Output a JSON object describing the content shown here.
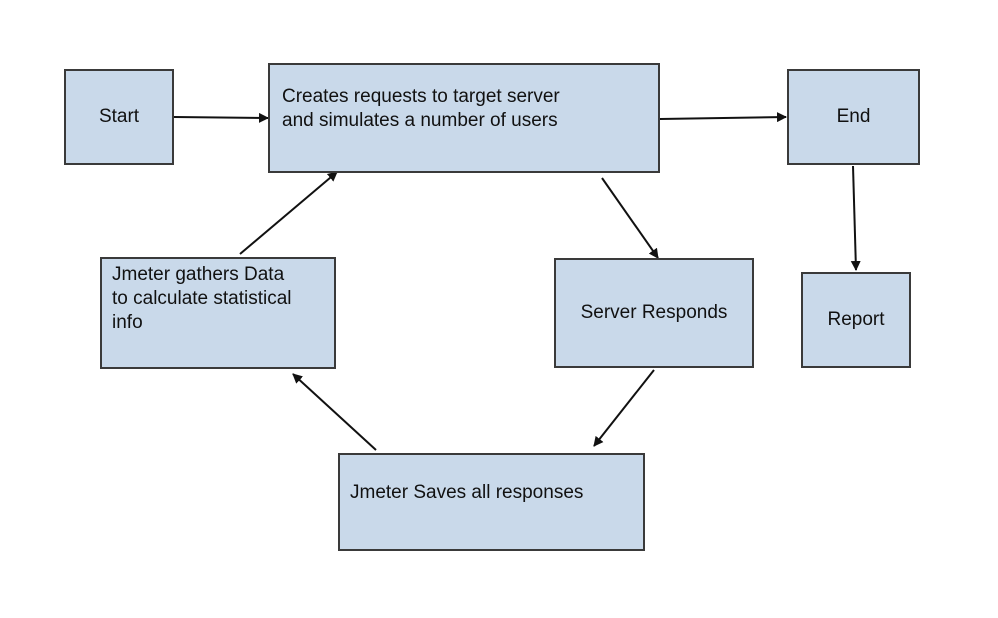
{
  "diagram": {
    "nodes": {
      "start": "Start",
      "creates": "Creates requests to target server\nand simulates a  number of users",
      "end": "End",
      "gathers": "Jmeter gathers Data\nto calculate statistical\ninfo",
      "server": "Server Responds",
      "report": "Report",
      "saves": "Jmeter Saves all responses"
    },
    "edges": [
      {
        "from": "start",
        "to": "creates"
      },
      {
        "from": "creates",
        "to": "end"
      },
      {
        "from": "creates",
        "to": "server"
      },
      {
        "from": "server",
        "to": "saves"
      },
      {
        "from": "saves",
        "to": "gathers"
      },
      {
        "from": "gathers",
        "to": "creates"
      },
      {
        "from": "end",
        "to": "report"
      }
    ],
    "colors": {
      "box_fill": "#c9d9ea",
      "box_border": "#3a3a3a",
      "arrow": "#111111"
    }
  }
}
